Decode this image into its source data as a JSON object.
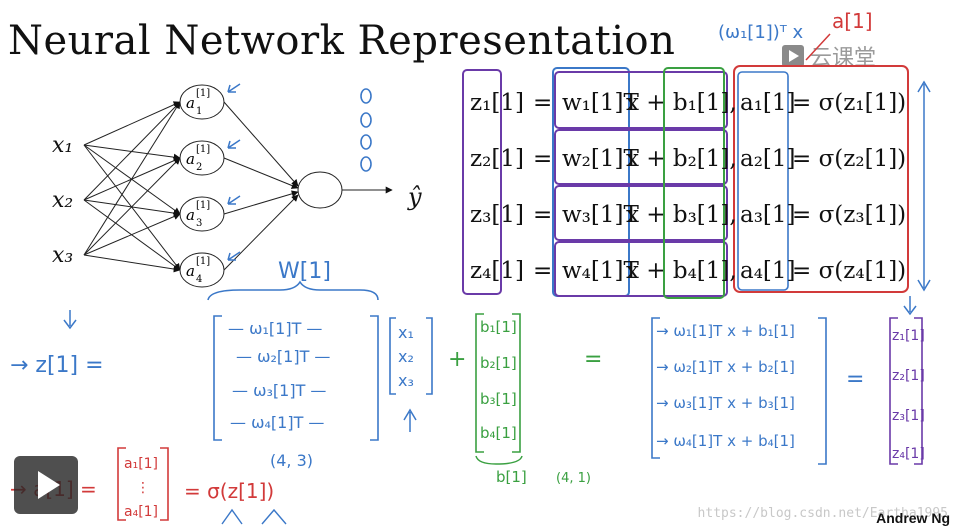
{
  "title": "Neural Network Representation",
  "author": "Andrew Ng",
  "watermark": "https://blog.csdn.net/Eartha1995",
  "logo_text": "云课堂",
  "inputs": [
    "x₁",
    "x₂",
    "x₃"
  ],
  "hidden_nodes": [
    {
      "main": "a",
      "sub": "1",
      "sup": "[1]"
    },
    {
      "main": "a",
      "sub": "2",
      "sup": "[1]"
    },
    {
      "main": "a",
      "sub": "3",
      "sup": "[1]"
    },
    {
      "main": "a",
      "sub": "4",
      "sup": "[1]"
    }
  ],
  "output": "ŷ",
  "equations": [
    {
      "z": "z₁[1]",
      "w": "w₁[1]T",
      "xb": "x + b₁[1],",
      "a": "a₁[1]",
      "sig": "= σ(z₁[1])"
    },
    {
      "z": "z₂[1]",
      "w": "w₂[1]T",
      "xb": "x + b₂[1],",
      "a": "a₂[1]",
      "sig": "= σ(z₂[1])"
    },
    {
      "z": "z₃[1]",
      "w": "w₃[1]T",
      "xb": "x + b₃[1],",
      "a": "a₃[1]",
      "sig": "= σ(z₃[1])"
    },
    {
      "z": "z₄[1]",
      "w": "w₄[1]T",
      "xb": "x + b₄[1],",
      "a": "a₄[1]",
      "sig": "= σ(z₄[1])"
    }
  ],
  "handwriting": {
    "top_note": "(ω₁[1])ᵀ x",
    "top_note_a": "a[1]",
    "W_label": "W[1]",
    "z_label": "→ z[1] =",
    "w_rows": [
      "— ω₁[1]T —",
      "— ω₂[1]T —",
      "— ω₃[1]T —",
      "— ω₄[1]T —"
    ],
    "w_dims": "(4, 3)",
    "x_vec": [
      "x₁",
      "x₂",
      "x₃"
    ],
    "plus": "+",
    "b_vec": [
      "b₁[1]",
      "b₂[1]",
      "b₃[1]",
      "b₄[1]"
    ],
    "b_label": "b[1]",
    "b_dims": "(4, 1)",
    "equals": "=",
    "sum_rows": [
      "→ ω₁[1]T x + b₁[1]",
      "→ ω₂[1]T x + b₂[1]",
      "→ ω₃[1]T x + b₃[1]",
      "→ ω₄[1]T x + b₄[1]"
    ],
    "equals2": "=",
    "z_vec": [
      "z₁[1]",
      "z₂[1]",
      "z₃[1]",
      "z₄[1]"
    ],
    "a_label": "→ a[1] =",
    "a_vec": [
      "a₁[1]",
      "⋮",
      "a₄[1]"
    ],
    "a_sigma": "= σ(z[1])"
  },
  "colors": {
    "ink": "#111111",
    "blue": "#3b78c8",
    "green": "#3aa041",
    "purple": "#6a3aa8",
    "red": "#d23a3a"
  }
}
